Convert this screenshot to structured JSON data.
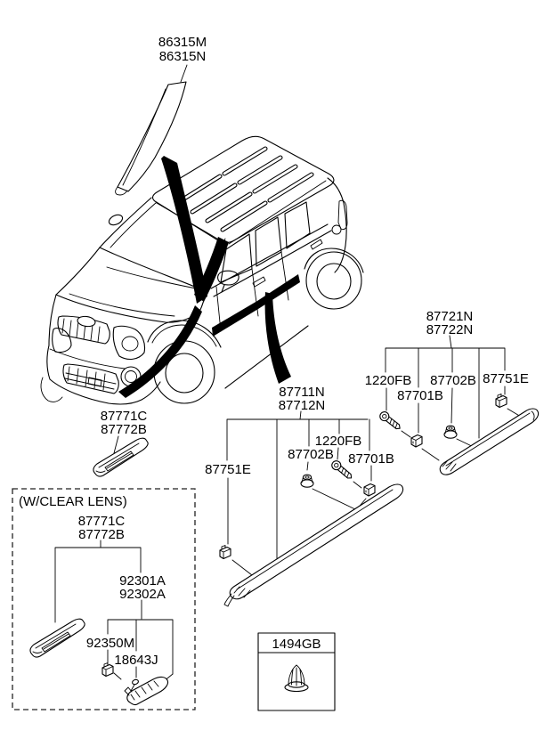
{
  "parts": {
    "windshield_pillar_molding": [
      "86315M",
      "86315N"
    ],
    "front_door_side_molding": [
      "87711N",
      "87712N"
    ],
    "rear_door_side_molding": [
      "87721N",
      "87722N"
    ],
    "fender_garnish": [
      "87771C",
      "87772B"
    ],
    "bolt": "1220FB",
    "clip": "87701B",
    "grommet_nut": "87702B",
    "end_cap_clip": "87751E",
    "clear_lens_option": {
      "heading": "(W/CLEAR LENS)",
      "fender_garnish": [
        "87771C",
        "87772B"
      ],
      "side_marker_lamp": [
        "92301A",
        "92302A"
      ],
      "lamp_pad": "92350M",
      "bulb_socket": "18643J"
    },
    "retainer": "1494GB"
  }
}
